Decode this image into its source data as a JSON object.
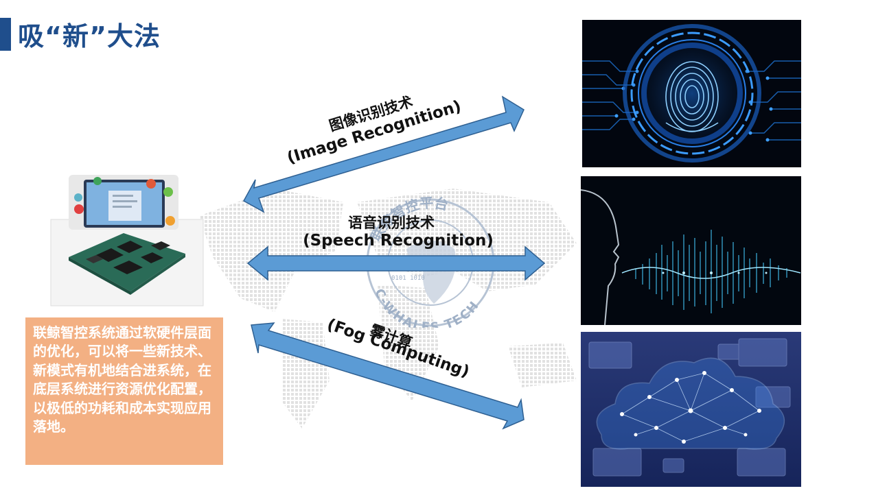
{
  "slide": {
    "title": "吸“新”大法",
    "description": "联鲸智控系统通过软硬件层面的优化，可以将一些新技术、新模式有机地结合进系统，在底层系统进行资源优化配置，以极低的功耗和成本实现应用落地。",
    "watermark": {
      "seal_text_top": "联鲸智控平台",
      "seal_text_bottom": "C-WHALES TECH",
      "seal_binary": "0101 1010"
    },
    "technologies": [
      {
        "name_cn": "图像识别技术",
        "name_en": "(Image Recognition)",
        "image_icon": "fingerprint-icon"
      },
      {
        "name_cn": "语音识别技术",
        "name_en": "(Speech Recognition)",
        "image_icon": "voice-wave-icon"
      },
      {
        "name_cn": "雾计算",
        "name_en": "(Fog Computing)",
        "image_icon": "cloud-network-icon"
      }
    ]
  },
  "colors": {
    "title": "#1f4e8c",
    "arrow_fill": "#5b9bd5",
    "arrow_stroke": "#2e5f91",
    "desc_box": "#f3b083",
    "desc_text": "#ffffff"
  }
}
